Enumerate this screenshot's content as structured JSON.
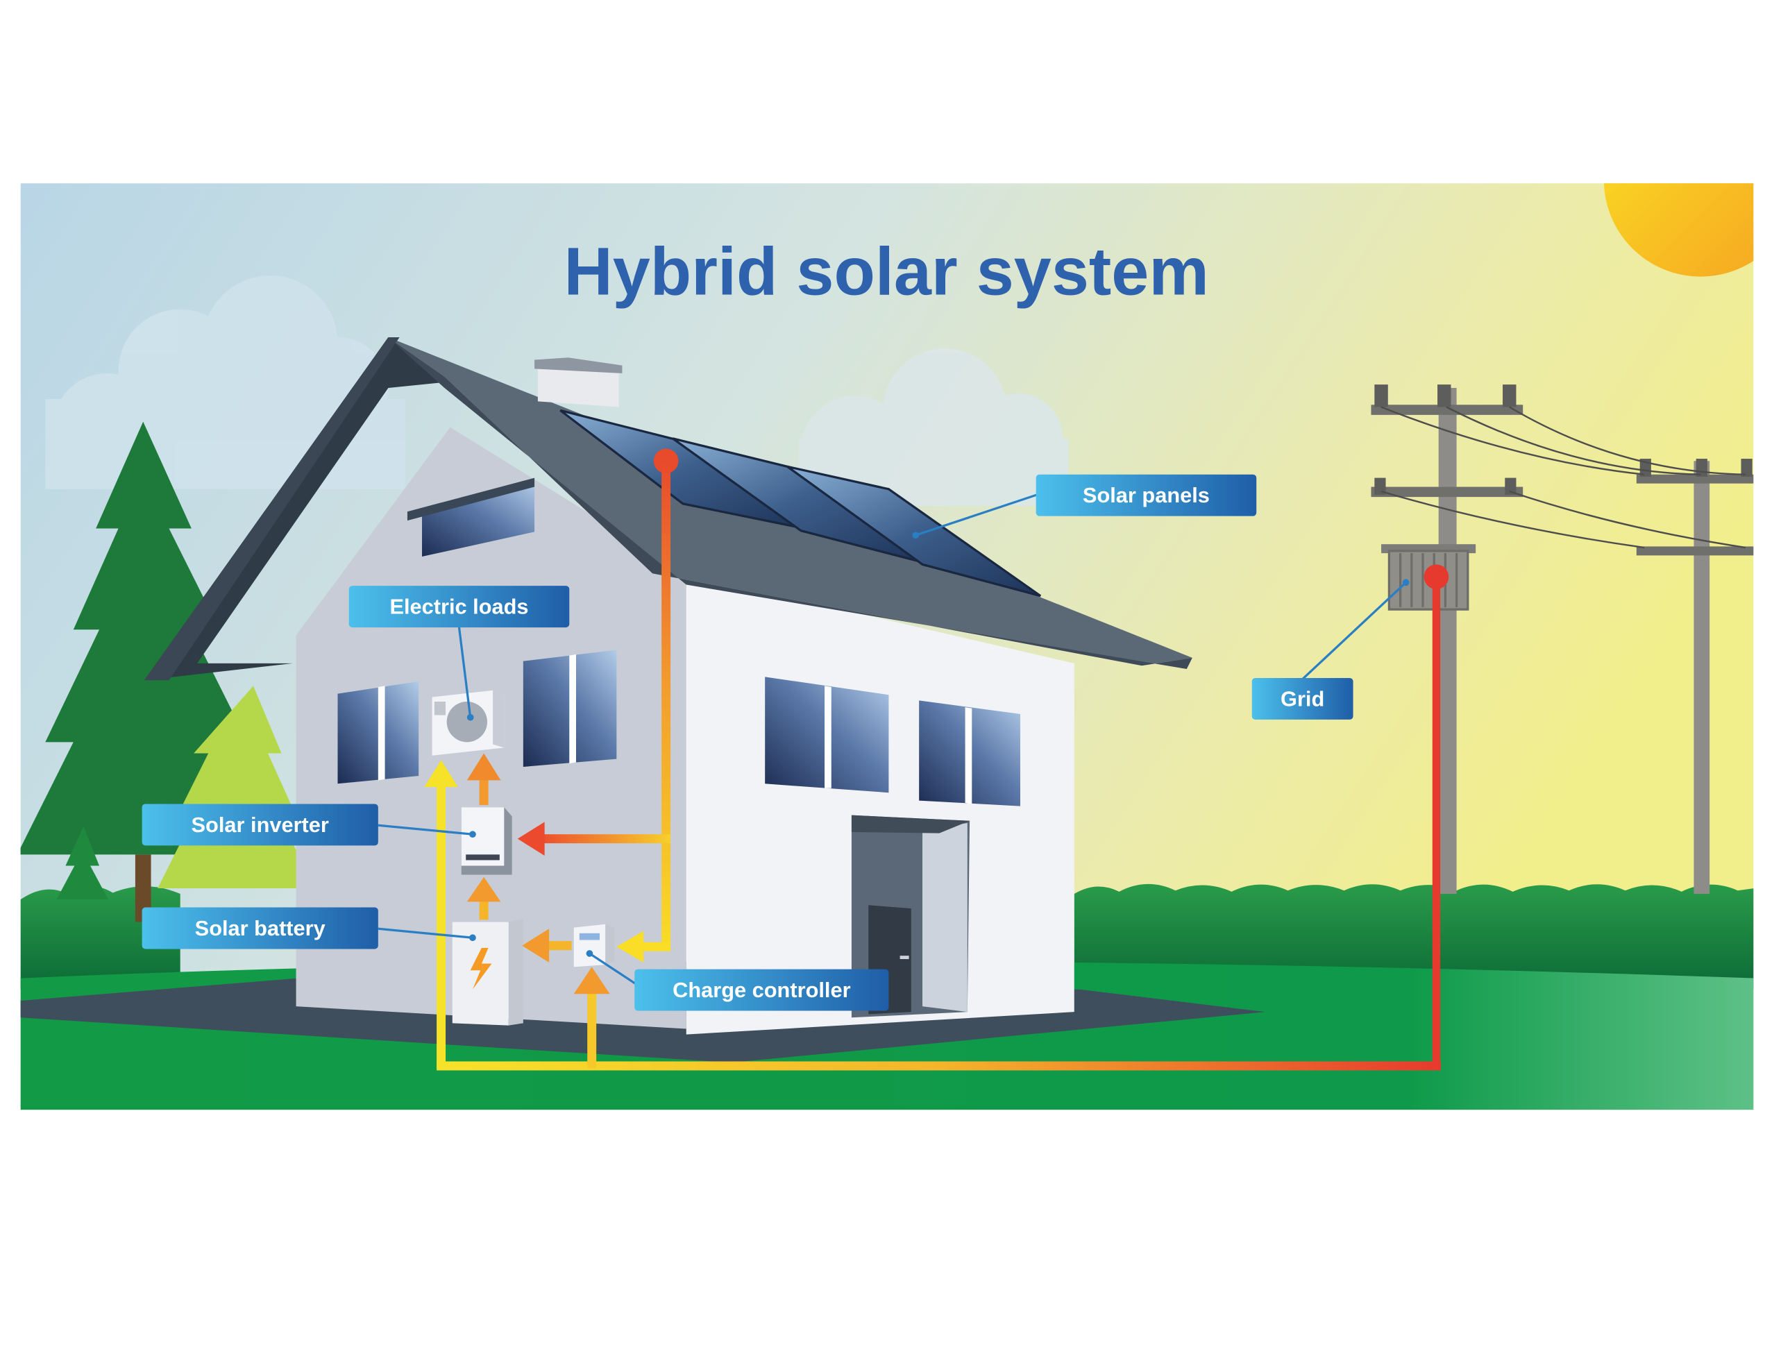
{
  "title": "Hybrid solar system",
  "labels": {
    "solar_panels": "Solar panels",
    "electric_loads": "Electric loads",
    "grid": "Grid",
    "solar_inverter": "Solar inverter",
    "solar_battery": "Solar battery",
    "charge_controller": "Charge controller"
  },
  "colors": {
    "title": "#2f62ad",
    "label_light": "#4cc0ec",
    "label_dark": "#1f5ea8",
    "dc_flow": "#f5b52b",
    "grid_flow": "#e63a2e",
    "sun": "#fbd21a"
  },
  "icons": {
    "sun": "sun-icon",
    "battery_bolt": "lightning-bolt-icon"
  }
}
